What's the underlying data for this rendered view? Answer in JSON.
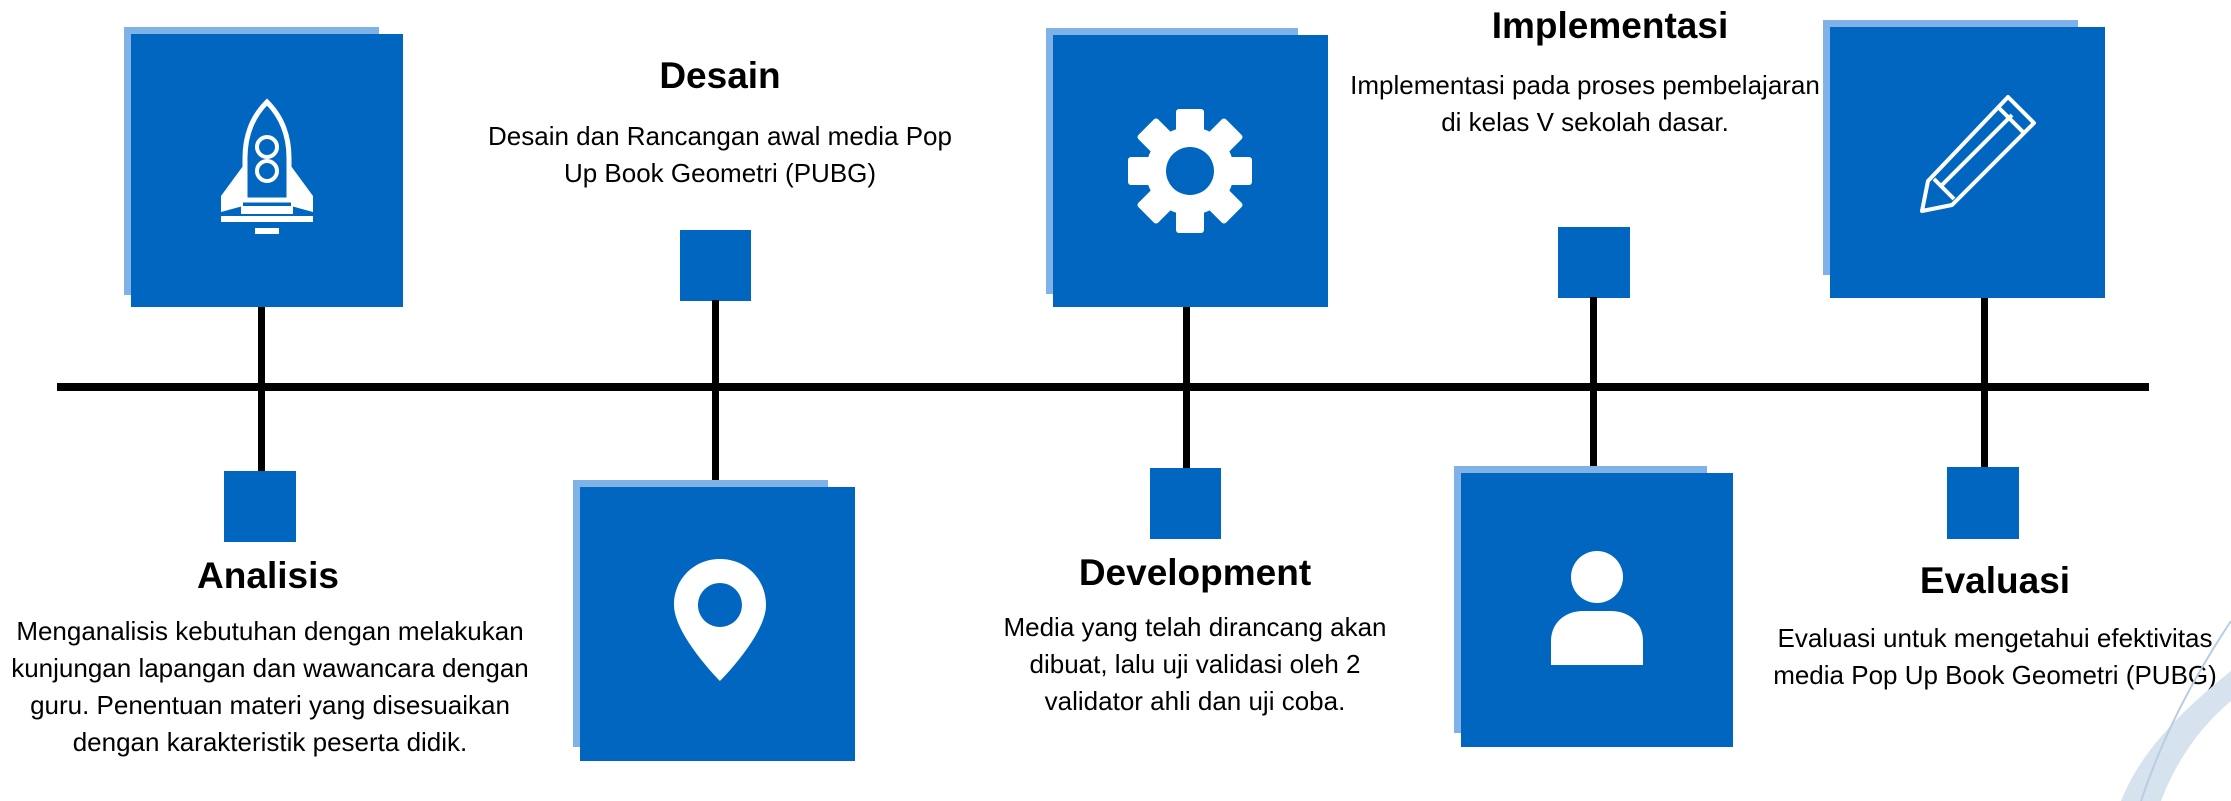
{
  "stages": [
    {
      "id": "analisis",
      "title": "Analisis",
      "description": "Menganalisis kebutuhan dengan melakukan kunjungan lapangan  dan wawancara dengan guru. Penentuan materi yang  disesuaikan dengan karakteristik peserta didik.",
      "icon": "rocket-icon"
    },
    {
      "id": "desain",
      "title": "Desain",
      "description": "Desain dan Rancangan awal media Pop Up Book Geometri (PUBG)",
      "icon": "map-pin-icon"
    },
    {
      "id": "development",
      "title": "Development",
      "description": "Media yang telah dirancang akan dibuat, lalu uji validasi oleh 2 validator ahli dan uji coba.",
      "icon": "gear-icon"
    },
    {
      "id": "implementasi",
      "title": "Implementasi",
      "description": "Implementasi pada proses pembelajaran di kelas V sekolah dasar.",
      "icon": "user-icon"
    },
    {
      "id": "evaluasi",
      "title": "Evaluasi",
      "description": "Evaluasi untuk mengetahui efektivitas media Pop Up Book Geometri (PUBG)",
      "icon": "pencil-icon"
    }
  ],
  "colors": {
    "accent": "#0066c0",
    "accent_light": "#7fb2e6",
    "line": "#000000"
  }
}
